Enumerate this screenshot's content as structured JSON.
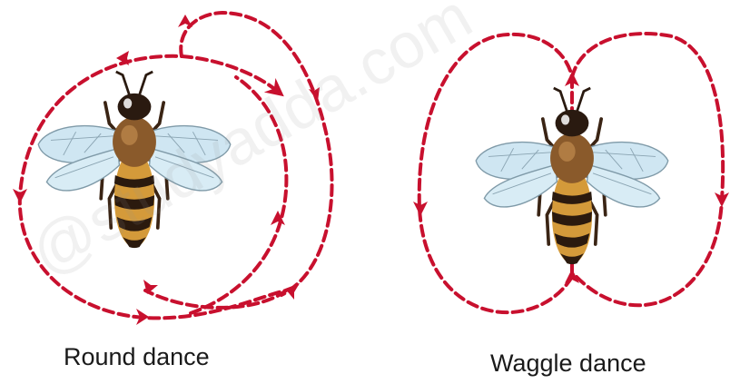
{
  "round_dance": {
    "caption": "Round dance"
  },
  "waggle_dance": {
    "caption": "Waggle dance"
  },
  "watermark": "@studyadda.com",
  "colors": {
    "path": "#c8102e",
    "wing": "#cfe6f2",
    "wing_vein": "#7f9aa8",
    "thorax": "#8a5a2b",
    "abdomen_gold": "#d49a3a",
    "abdomen_stripe": "#2b1a0e",
    "head": "#2a1a10",
    "leg": "#3a2414"
  },
  "icons": [
    "honeybee-icon",
    "arrowhead-icon"
  ]
}
